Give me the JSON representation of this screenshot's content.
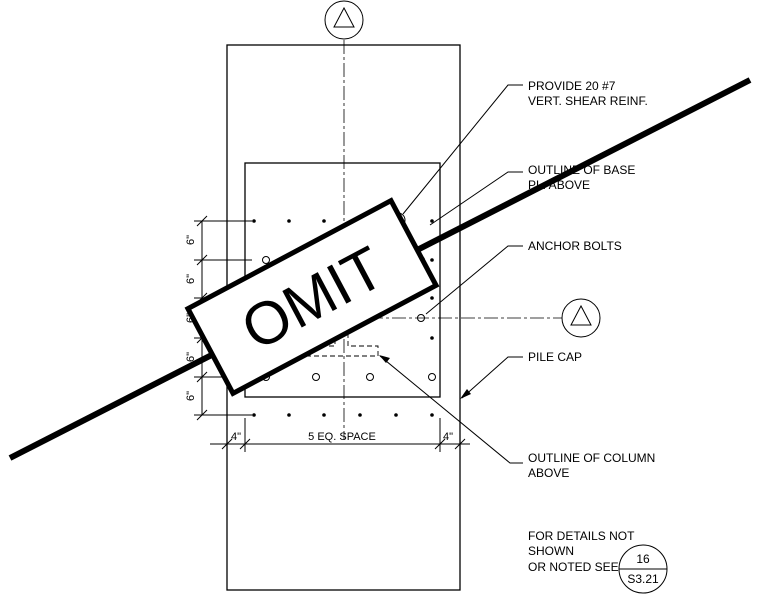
{
  "grid_markers": {
    "top": "",
    "right": ""
  },
  "notes": {
    "shear_reinf": [
      "PROVIDE 20 #7",
      "VERT. SHEAR REINF."
    ],
    "base_plate": [
      "OUTLINE OF BASE",
      "PL. ABOVE"
    ],
    "anchor_bolts": "ANCHOR BOLTS",
    "pile_cap": "PILE CAP",
    "column": [
      "OUTLINE OF COLUMN",
      "ABOVE"
    ],
    "details": [
      "FOR DETAILS NOT",
      "SHOWN",
      "OR NOTED SEE"
    ]
  },
  "detail_ref": {
    "number": "16",
    "sheet": "S3.21"
  },
  "dimensions": {
    "vertical": [
      "6\"",
      "6\"",
      "6\"",
      "6\"",
      "6\""
    ],
    "left_edge": "4\"",
    "spacing": "5 EQ. SPACE",
    "right_edge": "4\""
  },
  "omit_stamp": "OMIT"
}
